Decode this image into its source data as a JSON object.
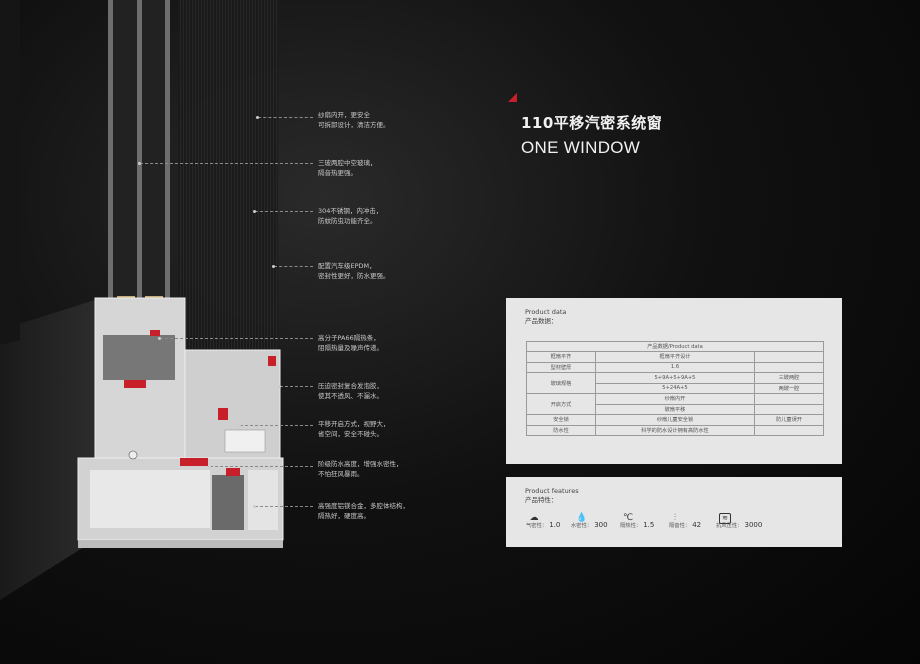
{
  "title": {
    "cn": "110平移汽密系统窗",
    "en": "ONE WINDOW"
  },
  "annotations": [
    "纱扇内开，更安全\n可拆卸设计，清洁方便。",
    "三玻两腔中空玻璃，\n隔音热更强。",
    "304不锈钢，内冲击，\n防蚊防虫功能齐全。",
    "配置汽车级EPDM，\n密封性更好，防水更强。",
    "高分子PA66隔热条，\n阻隔热量及噪声传递。",
    "压迫密封复合发泡胶，\n使其不透风、不漏水。",
    "平移开启方式，视野大，\n省空间，安全不碰头。",
    "阶级防水高度，增强水密性，\n不怕狂风暴雨。",
    "高强度铝镁合金，多腔体结构，\n隔热好，硬度高。"
  ],
  "product_data": {
    "heading_en": "Product data",
    "heading_cn": "产品数据：",
    "table_title": "产品数据/Product data",
    "rows": [
      [
        "框扇平齐",
        "框扇平齐设计",
        ""
      ],
      [
        "型材壁厚",
        "1.6",
        ""
      ],
      [
        "玻璃规格",
        "5+9A+5+9A+5",
        "三玻两腔"
      ],
      [
        "",
        "5+24A+5",
        "两玻一腔"
      ],
      [
        "开启方式",
        "纱扇内开",
        ""
      ],
      [
        "",
        "玻扇平移",
        ""
      ],
      [
        "安全锁",
        "纱扇儿童安全锁",
        "防儿童误开"
      ],
      [
        "防水性",
        "科学的防水设计拥有高防水性",
        ""
      ]
    ]
  },
  "product_features": {
    "heading_en": "Product features",
    "heading_cn": "产品特性：",
    "items": [
      {
        "icon": "cloud-wind-icon",
        "label": "气密性：",
        "value": "1.0"
      },
      {
        "icon": "water-drop-icon",
        "label": "水密性：",
        "value": "300"
      },
      {
        "icon": "thermometer-icon",
        "label": "隔热性：",
        "value": "1.5"
      },
      {
        "icon": "sound-bars-icon",
        "label": "隔音性：",
        "value": "42"
      },
      {
        "icon": "wind-pressure-icon",
        "label": "抗风压性：",
        "value": "3000"
      }
    ]
  },
  "colors": {
    "accent": "#c8202a",
    "panel": "#e6e6e6",
    "background": "#0a0a0a"
  }
}
